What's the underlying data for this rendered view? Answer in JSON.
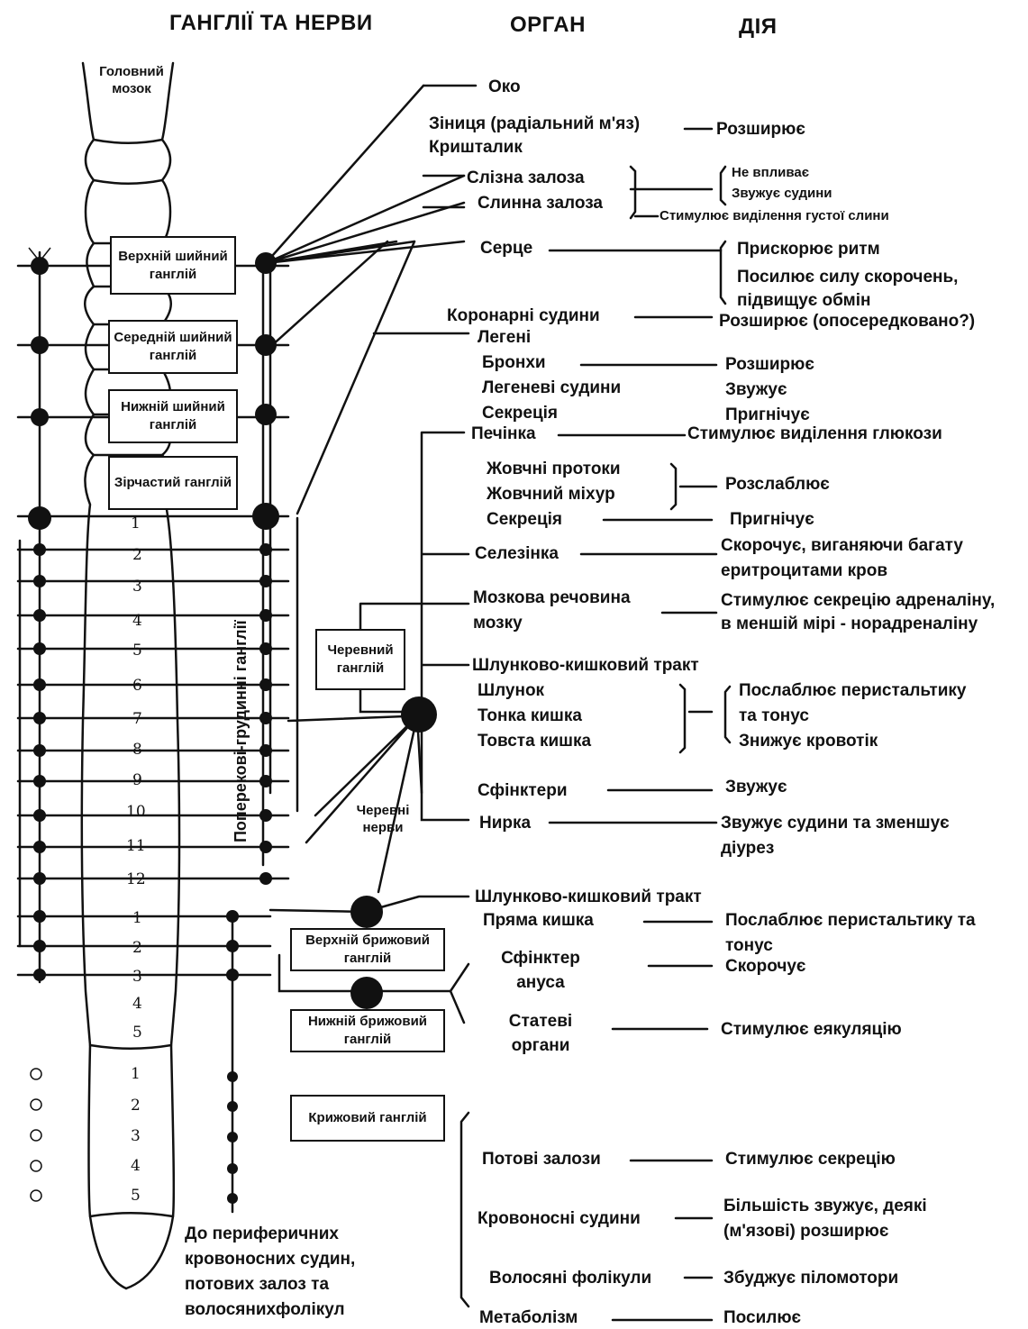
{
  "headers": {
    "ganglia": "ГАНГЛІЇ ТА НЕРВИ",
    "organ": "ОРГАН",
    "action": "ДІЯ"
  },
  "brain": "Головний мозок",
  "ganglia": {
    "superior_cervical": "Верхній шийний ганглій",
    "middle_cervical": "Середній шийний ганглій",
    "inferior_cervical": "Нижній шийний ганглій",
    "stellate": "Зірчастий ганглій",
    "celiac": "Черевний ганглій",
    "superior_mesenteric": "Верхній брижовий ганглій",
    "inferior_mesenteric": "Нижній брижовий ганглій",
    "sacral": "Крижовий ганглій",
    "paravertebral": "Поперекові-грудинні ганглії",
    "celiac_nerves": "Черевні нерви"
  },
  "segments": {
    "thoracic": [
      "1",
      "2",
      "3",
      "4",
      "5",
      "6",
      "7",
      "8",
      "9",
      "10",
      "11",
      "12"
    ],
    "lumbar": [
      "1",
      "2",
      "3",
      "4",
      "5"
    ],
    "sacral": [
      "1",
      "2",
      "3",
      "4",
      "5"
    ]
  },
  "organs": {
    "eye": "Око",
    "pupil": "Зіниця (радіальний м'яз)",
    "lens": "Кришталик",
    "lacrimal": "Слізна залоза",
    "salivary": "Слинна залоза",
    "heart": "Серце",
    "coronary": "Коронарні судини",
    "lungs": "Легені",
    "bronchi": "Бронхи",
    "pulmonary_vessels": "Легеневі судини",
    "lung_secretion": "Секреція",
    "liver": "Печінка",
    "bile_ducts": "Жовчні протоки",
    "gallbladder": "Жовчний міхур",
    "bile_secretion": "Секреція",
    "spleen": "Селезінка",
    "adrenal_medulla": "Мозкова речовина мозку",
    "gi_tract": "Шлунково-кишковий тракт",
    "stomach": "Шлунок",
    "small_intestine": "Тонка кишка",
    "large_intestine": "Товста кишка",
    "sphincters": "Сфінктери",
    "kidney": "Нирка",
    "gi_tract2": "Шлунково-кишковий тракт",
    "rectum": "Пряма кишка",
    "anal_sphincter": "Сфінктер ануса",
    "genitals": "Статеві органи",
    "sweat": "Потові залози",
    "blood_vessels": "Кровоносні судини",
    "hair": "Волосяні фолікули",
    "metabolism": "Метаболізм"
  },
  "actions": {
    "pupil": "Розширює",
    "lacrimal": "Не впливає",
    "salivary_vessels": "Звужує судини",
    "salivary_secretion": "Стимулює виділення густої слини",
    "heart_rate": "Прискорює ритм",
    "heart_force": "Посилює силу скорочень,",
    "heart_metab": "підвищує обмін",
    "coronary": "Розширює (опосередковано?)",
    "bronchi": "Розширює",
    "pulmonary_vessels": "Звужує",
    "lung_secretion": "Пригнічує",
    "liver": "Стимулює виділення глюкози",
    "bile": "Розслаблює",
    "bile_secretion": "Пригнічує",
    "spleen": "Скорочує, виганяючи багату еритроцитами кров",
    "adrenal": "Стимулює секрецію адреналіну, в меншій мірі - норадреналіну",
    "gi_1": "Послаблює перистальтику",
    "gi_2": "та тонус",
    "gi_3": "Знижує кровотік",
    "sphincters": "Звужує",
    "kidney": "Звужує судини та зменшує діурез",
    "rectum": "Послаблює перистальтику та тонус",
    "anal_sphincter": "Скорочує",
    "genitals": "Стимулює еякуляцію",
    "sweat": "Стимулює секрецію",
    "blood_vessels": "Більшість звужує, деякі (м'язові) розширює",
    "hair": "Збуджує піломотори",
    "metabolism": "Посилює"
  },
  "footnote": "До периферичних кровоносних судин, потових залоз та волосянихфолікул"
}
